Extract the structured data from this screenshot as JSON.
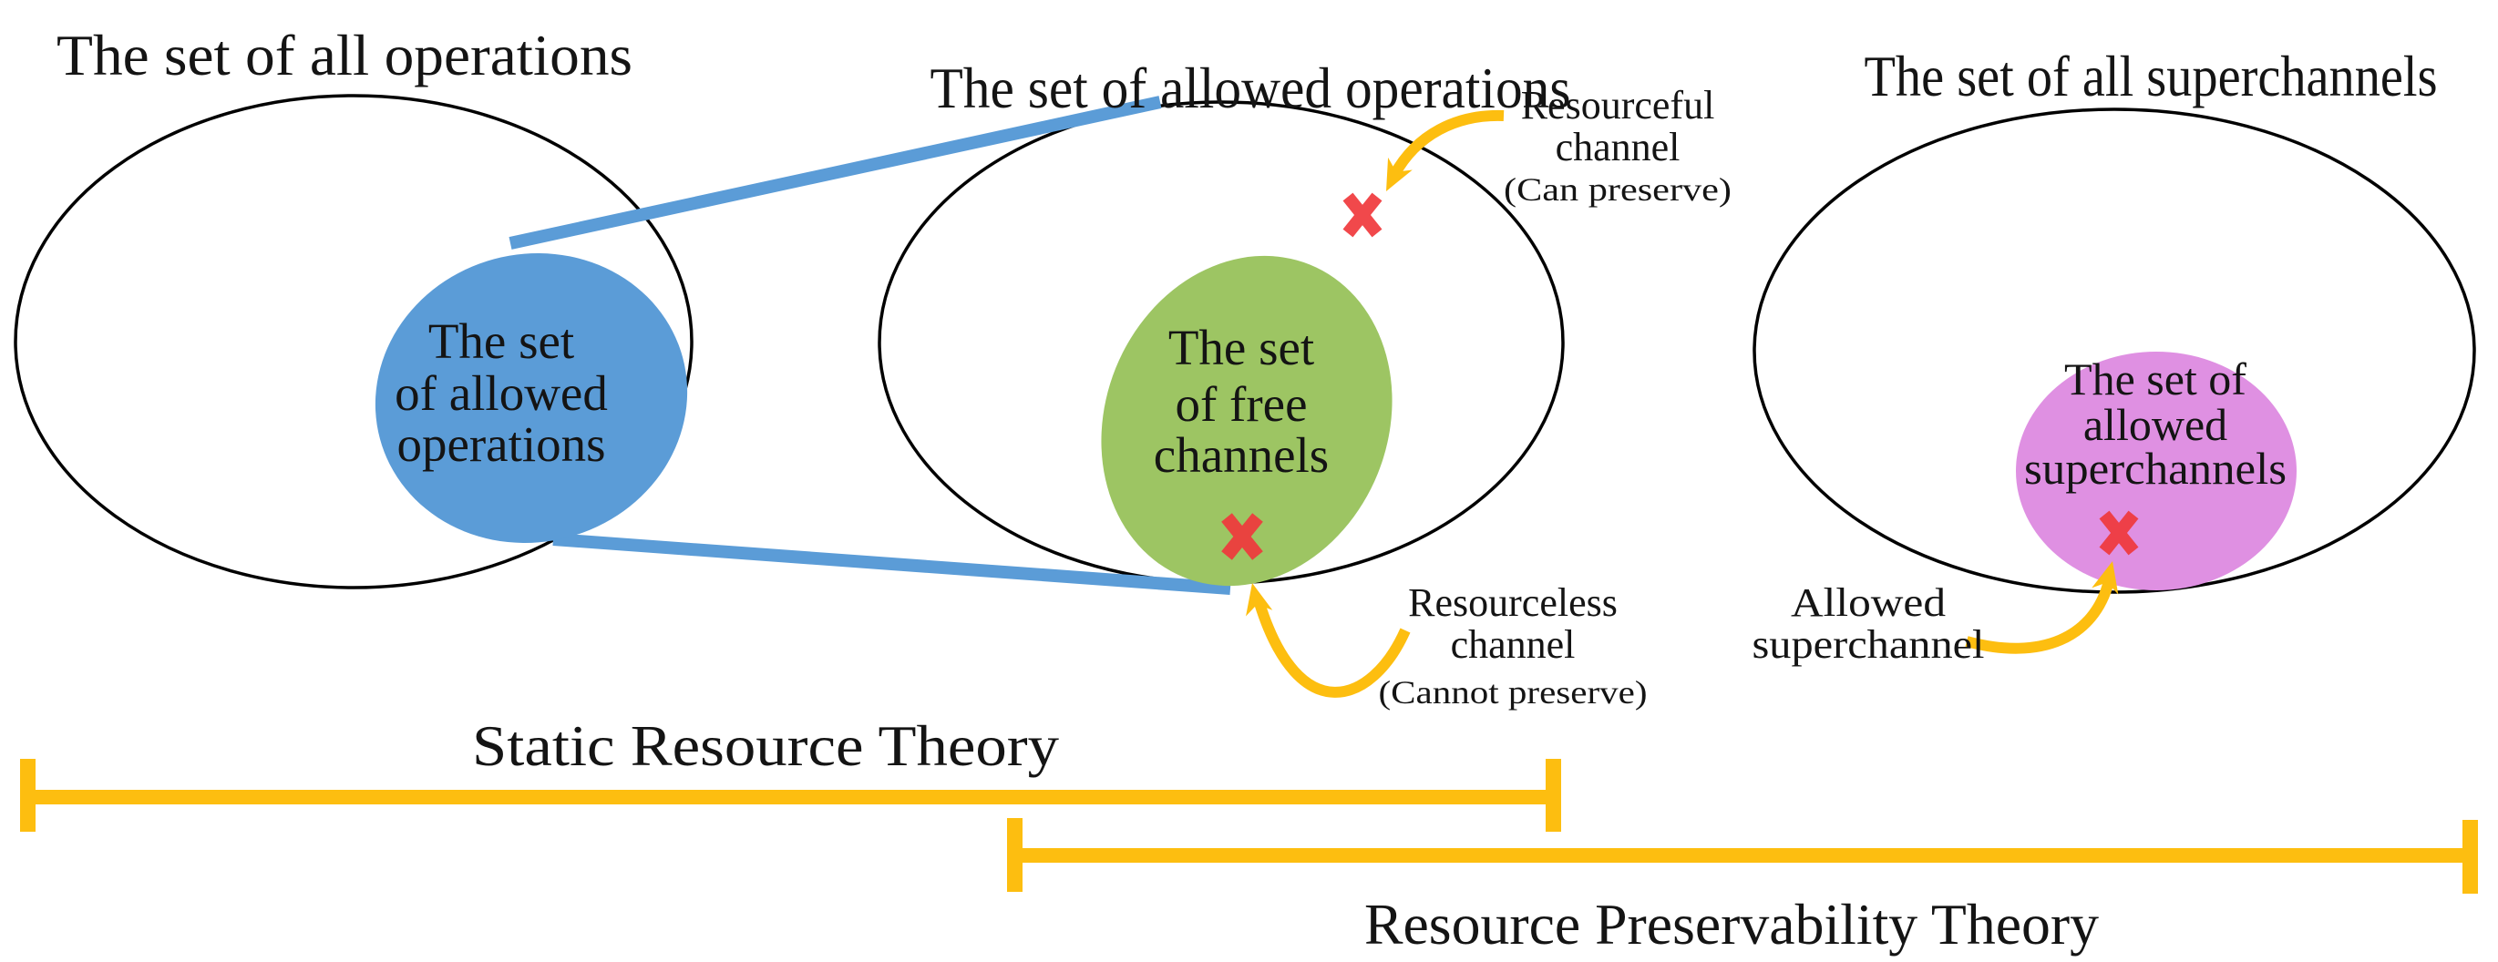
{
  "diagram": {
    "left_group": {
      "title": "The set of all operations",
      "blob_lines": [
        "The set",
        "of allowed",
        "operations"
      ]
    },
    "middle_group": {
      "title": "The set of allowed operations",
      "blob_lines": [
        "The set",
        "of free",
        "channels"
      ],
      "resourceful_annotation": {
        "line1": "Resourceful",
        "line2": "channel",
        "note": "(Can preserve)"
      },
      "resourceless_annotation": {
        "line1": "Resourceless",
        "line2": "channel",
        "note": "(Cannot preserve)"
      }
    },
    "right_group": {
      "title": "The set of all superchannels",
      "blob_lines": [
        "The set of",
        "allowed",
        "superchannels"
      ],
      "allowed_annotation": {
        "line1": "Allowed",
        "line2": "superchannel"
      }
    },
    "brackets": {
      "static": "Static Resource Theory",
      "preservability": "Resource Preservability Theory"
    },
    "icons": {
      "x_mark": "x-mark-icon",
      "curved_arrow": "curved-arrow-icon",
      "zoom_lines": "zoom-connector-lines"
    },
    "colors": {
      "allowed_operations_blue": "#5B9CD7",
      "free_channels_green": "#9DC563",
      "allowed_superchannels_purple": "#DF90E2",
      "bracket_yellow": "#FDBE10",
      "x_mark_red": "#F0393C",
      "outline_black": "#000000"
    }
  }
}
